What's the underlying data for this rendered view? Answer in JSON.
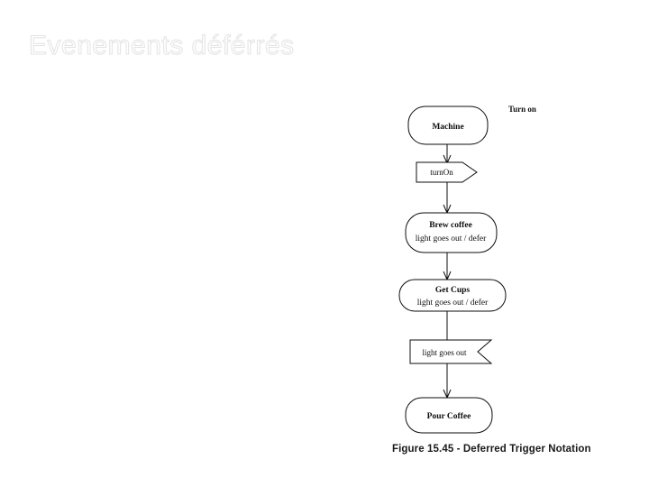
{
  "slide": {
    "title": "Evenements déférrés",
    "background_color": "#ffffff",
    "title_color": "#ffffff",
    "title_outline_color": "#e4e4e4"
  },
  "figure": {
    "caption": "Figure 15.45 - Deferred Trigger Notation",
    "caption_color": "#1a1a1a",
    "side_label": "Turn on"
  },
  "diagram": {
    "type": "state-machine-flow",
    "stroke_color": "#0d0d0d",
    "fill_color": "#ffffff",
    "nodes": [
      {
        "id": "machine",
        "kind": "state",
        "shape": "rounded-rectangle",
        "name": "Machine",
        "sub": ""
      },
      {
        "id": "turn-on-event",
        "kind": "event",
        "shape": "pentagon-convex",
        "name": "turnOn",
        "sub": ""
      },
      {
        "id": "brew-coffee",
        "kind": "state",
        "shape": "rounded-rectangle",
        "name": "Brew coffee",
        "sub": "light goes out / defer"
      },
      {
        "id": "get-cups",
        "kind": "state",
        "shape": "rounded-rectangle",
        "name": "Get Cups",
        "sub": "light goes out / defer"
      },
      {
        "id": "light-goes-out-event",
        "kind": "event",
        "shape": "pentagon-concave",
        "name": "light goes out",
        "sub": ""
      },
      {
        "id": "pour-coffee",
        "kind": "state",
        "shape": "rounded-rectangle",
        "name": "Pour Coffee",
        "sub": ""
      }
    ],
    "edges": [
      {
        "from": "machine",
        "to": "turn-on-event"
      },
      {
        "from": "turn-on-event",
        "to": "brew-coffee"
      },
      {
        "from": "brew-coffee",
        "to": "get-cups"
      },
      {
        "from": "get-cups",
        "to": "light-goes-out-event"
      },
      {
        "from": "light-goes-out-event",
        "to": "pour-coffee"
      }
    ]
  }
}
